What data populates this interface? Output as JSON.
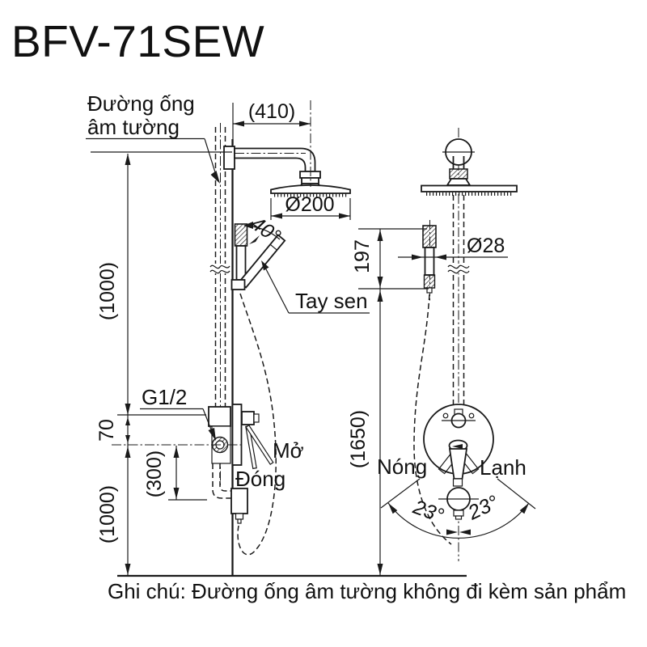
{
  "title": "BFV-71SEW",
  "note": "Ghi chú: Đường ống âm tường không đi kèm sản phẩm",
  "labels": {
    "pipe_line1": "Đường ống",
    "pipe_line2": "âm tường",
    "hand_shower": "Tay sen",
    "thread": "G1/2",
    "open": "Mở",
    "close": "Đóng",
    "hot": "Nóng",
    "cold": "Lạnh"
  },
  "dimensions": {
    "arm_reach": "(410)",
    "head_diameter": "Ø200",
    "swivel_angle": "40°",
    "handset_length": "197",
    "handset_diameter": "Ø28",
    "upper_height": "(1000)",
    "inlet_offset": "70",
    "spout_drop": "(300)",
    "lower_height": "(1000)",
    "overall_height": "(1650)",
    "lever_angle_left": "23°",
    "lever_angle_right": "23°"
  },
  "colors": {
    "line": "#1a1a1a",
    "background": "#ffffff"
  }
}
